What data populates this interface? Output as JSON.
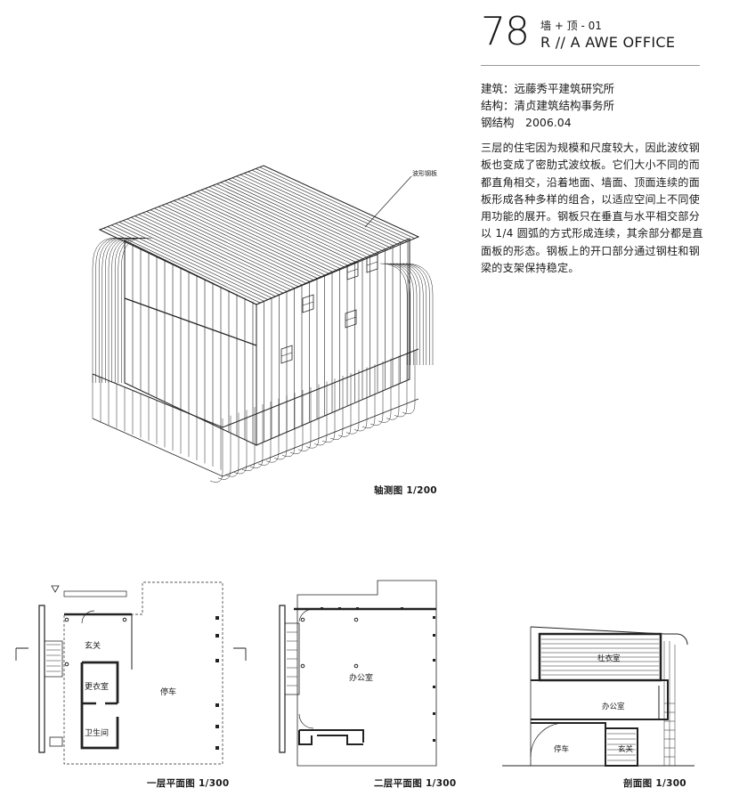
{
  "header": {
    "number": "78",
    "subtitle": "墙 + 顶 - 01",
    "title": "R // A AWE OFFICE"
  },
  "credits": {
    "architect": "建筑：远藤秀平建筑研究所",
    "structure": "结构：清贞建筑结构事务所",
    "steel": "钢结构　2006.04"
  },
  "description": "三层的住宅因为规模和尺度较大，因此波纹钢板也变成了密肋式波纹板。它们大小不同的而都直角相交，沿着地面、墙面、顶面连续的面板形成各种多样的组合，以适应空间上不同使用功能的展开。钢板只在垂直与水平相交部分以 1/4 圆弧的方式形成连续，其余部分都是直面板的形态。钢板上的开口部分通过钢柱和钢梁的支架保持稳定。",
  "axonometric": {
    "label": "波形钢板",
    "caption": "轴测图 1/200"
  },
  "plan1": {
    "caption": "一层平面图 1/300",
    "rooms": [
      "玄关",
      "更衣室",
      "卫生间",
      "停车"
    ]
  },
  "plan2": {
    "caption": "二层平面图 1/300",
    "rooms": [
      "办公室"
    ]
  },
  "section": {
    "caption": "剖面图 1/300",
    "rooms": [
      "杜衣室",
      "办公室",
      "停车",
      "玄关"
    ]
  }
}
